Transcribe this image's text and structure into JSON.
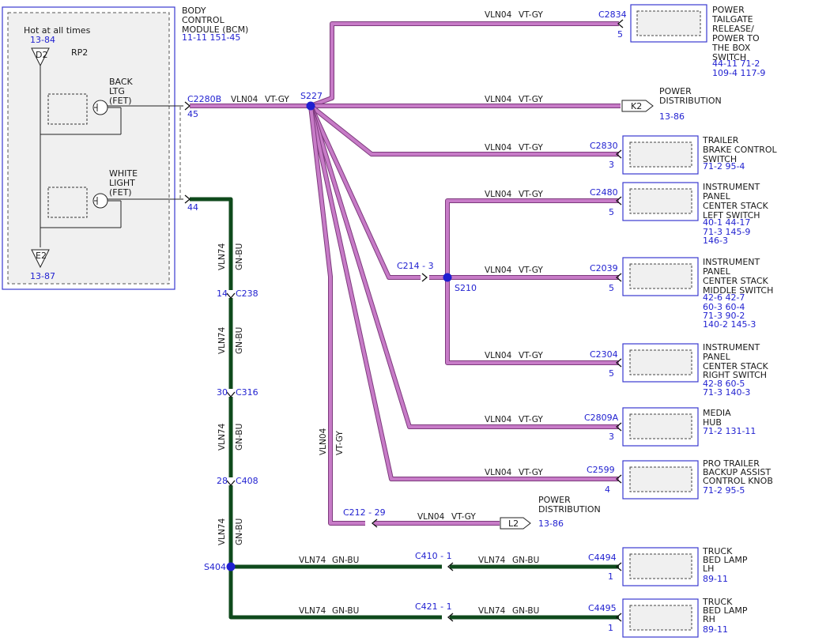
{
  "colors": {
    "wire_vln04": "#c77bc7",
    "wire_vln04_edge": "#7d3a7d",
    "wire_vln74": "#0f4a1c",
    "link_blue": "#1f1fd0",
    "splice_dot": "#1f1fd0",
    "module_fill": "#f0f0f0",
    "module_border": "#3a3ad0"
  },
  "bcm": {
    "title_lines": [
      "BODY",
      "CONTROL",
      "MODULE (BCM)"
    ],
    "refs": "11-11  151-45",
    "hot_label": "Hot at all times",
    "hot_ref_top": "13-84",
    "fuse_top": "D2",
    "rp": "RP2",
    "back_ltg_lines": [
      "BACK",
      "LTG",
      "(FET)"
    ],
    "white_light_lines": [
      "WHITE",
      "LIGHT",
      "(FET)"
    ],
    "fuse_bottom": "E2",
    "hot_ref_bottom": "13-87"
  },
  "bcm_connector": {
    "name": "C2280B",
    "pin_back": "45",
    "pin_white": "44"
  },
  "splices": {
    "s227": "S227",
    "s210": "S210",
    "s404": "S404"
  },
  "wire_label": {
    "vln04": "VLN04",
    "vtgy": "VT-GY",
    "vln74": "VLN74",
    "gnbu": "GN-BU"
  },
  "inline_connectors": {
    "c214": "C214 - 3",
    "c212": "C212 - 29",
    "c410": "C410 - 1",
    "c421": "C421 - 1",
    "c238": {
      "name": "C238",
      "pin": "14"
    },
    "c316": {
      "name": "C316",
      "pin": "30"
    },
    "c408": {
      "name": "C408",
      "pin": "28"
    }
  },
  "components": [
    {
      "key": "tailgate",
      "connector": "C2834",
      "pin": "5",
      "name_lines": [
        "POWER",
        "TAILGATE",
        "RELEASE/",
        "POWER TO",
        "THE BOX",
        "SWITCH"
      ],
      "ref_lines": [
        "44-11 71-2",
        "109-4 117-9"
      ]
    },
    {
      "key": "trailer_brake",
      "connector": "C2830",
      "pin": "3",
      "name_lines": [
        "TRAILER",
        "BRAKE CONTROL",
        "SWITCH"
      ],
      "ref_lines": [
        "71-2   95-4"
      ]
    },
    {
      "key": "ip_left",
      "connector": "C2480",
      "pin": "5",
      "name_lines": [
        "INSTRUMENT",
        "PANEL",
        "CENTER STACK",
        "LEFT SWITCH"
      ],
      "ref_lines": [
        "40-1   44-17",
        "71-3   145-9",
        "146-3"
      ]
    },
    {
      "key": "ip_middle",
      "connector": "C2039",
      "pin": "5",
      "name_lines": [
        "INSTRUMENT",
        "PANEL",
        "CENTER STACK",
        "MIDDLE SWITCH"
      ],
      "ref_lines": [
        "42-6   42-7",
        "60-3   60-4",
        "71-3   90-2",
        "140-2 145-3"
      ]
    },
    {
      "key": "ip_right",
      "connector": "C2304",
      "pin": "5",
      "name_lines": [
        "INSTRUMENT",
        "PANEL",
        "CENTER STACK",
        "RIGHT SWITCH"
      ],
      "ref_lines": [
        "42-8   60-5",
        "71-3   140-3"
      ]
    },
    {
      "key": "media_hub",
      "connector": "C2809A",
      "pin": "3",
      "name_lines": [
        "MEDIA",
        "HUB"
      ],
      "ref_lines": [
        "71-2     131-11"
      ]
    },
    {
      "key": "pro_trailer",
      "connector": "C2599",
      "pin": "4",
      "name_lines": [
        "PRO TRAILER",
        "BACKUP ASSIST",
        "CONTROL KNOB"
      ],
      "ref_lines": [
        "71-2   95-5"
      ]
    },
    {
      "key": "bed_lamp_lh",
      "connector": "C4494",
      "pin": "1",
      "name_lines": [
        "TRUCK",
        "BED LAMP",
        "LH"
      ],
      "ref_lines": [
        "89-11"
      ]
    },
    {
      "key": "bed_lamp_rh",
      "connector": "C4495",
      "pin": "1",
      "name_lines": [
        "TRUCK",
        "BED LAMP",
        "RH"
      ],
      "ref_lines": [
        "89-11"
      ]
    }
  ],
  "power_distribution": [
    {
      "tag": "K2",
      "lines": [
        "POWER",
        "DISTRIBUTION"
      ],
      "ref": "13-86"
    },
    {
      "tag": "L2",
      "lines": [
        "POWER",
        "DISTRIBUTION"
      ],
      "ref": "13-86"
    }
  ]
}
